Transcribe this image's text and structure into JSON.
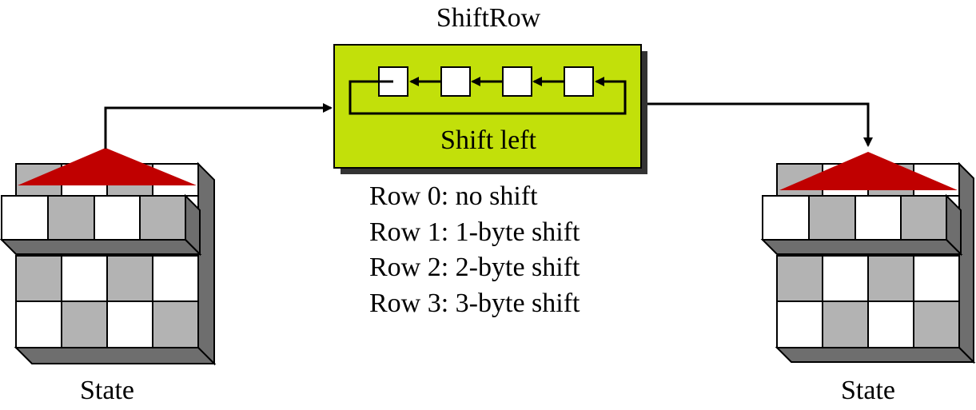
{
  "title": "ShiftRow",
  "box": {
    "label": "Shift left",
    "fill": "#c2e00a",
    "shadow": "#333333"
  },
  "notes": [
    "Row 0: no shift",
    "Row 1: 1-byte shift",
    "Row 2: 2-byte shift",
    "Row 3: 3-byte shift"
  ],
  "left_state": {
    "label": "State"
  },
  "right_state": {
    "label": "State"
  },
  "colors": {
    "gray_cell": "#b3b3b3",
    "white_cell": "#ffffff",
    "side_face": "#6e6e6e",
    "pointer": "#c00000"
  }
}
